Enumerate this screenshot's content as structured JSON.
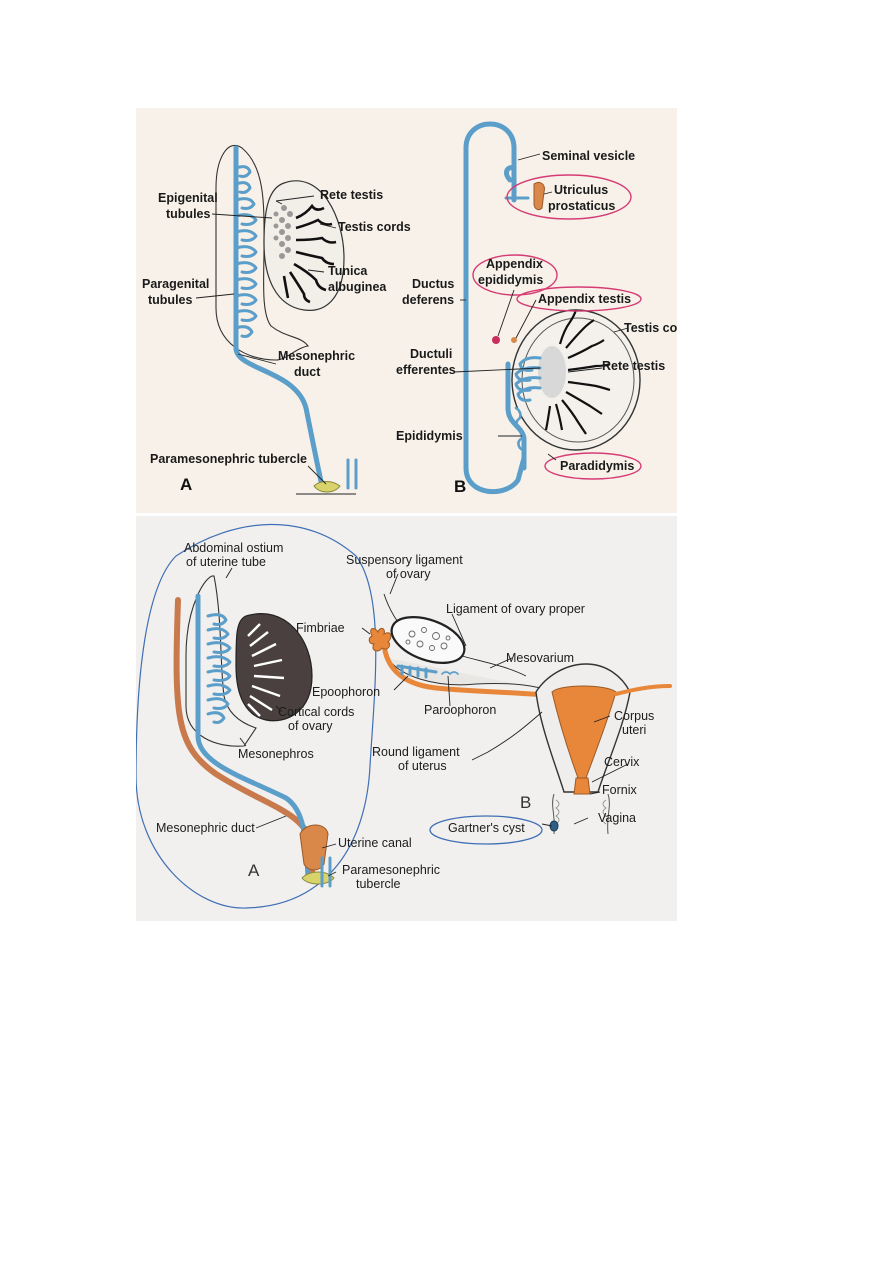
{
  "top_figure": {
    "panel_a": {
      "letter": "A",
      "labels": {
        "rete_testis": "Rete testis",
        "epigenital_1": "Epigenital",
        "epigenital_2": "tubules",
        "testis_cords": "Testis cords",
        "tunica_1": "Tunica",
        "tunica_2": "albuginea",
        "paragenital_1": "Paragenital",
        "paragenital_2": "tubules",
        "mesonephric_1": "Mesonephric",
        "mesonephric_2": "duct",
        "paramesonephric_tubercle": "Paramesonephric tubercle"
      }
    },
    "panel_b": {
      "letter": "B",
      "labels": {
        "seminal_vesicle": "Seminal vesicle",
        "utriculus_1": "Utriculus",
        "utriculus_2": "prostaticus",
        "appendix_epi_1": "Appendix",
        "appendix_epi_2": "epididymis",
        "ductus_1": "Ductus",
        "ductus_2": "deferens",
        "appendix_testis": "Appendix testis",
        "testis_cord": "Testis cord",
        "ductuli_1": "Ductuli",
        "ductuli_2": "efferentes",
        "rete_testis": "Rete testis",
        "epididymis": "Epididymis",
        "paradidymis": "Paradidymis"
      }
    }
  },
  "bottom_figure": {
    "panel_a": {
      "letter": "A",
      "labels": {
        "abdominal_1": "Abdominal ostium",
        "abdominal_2": "of uterine tube",
        "cortical_1": "Cortical cords",
        "cortical_2": "of ovary",
        "mesonephros": "Mesonephros",
        "mesonephric_duct": "Mesonephric duct",
        "uterine_canal": "Uterine canal",
        "paramesonephric_1": "Paramesonephric",
        "paramesonephric_2": "tubercle"
      }
    },
    "panel_b": {
      "letter": "B",
      "labels": {
        "suspensory_1": "Suspensory ligament",
        "suspensory_2": "of ovary",
        "ligament_ovary_proper": "Ligament of ovary proper",
        "fimbriae": "Fimbriae",
        "mesovarium": "Mesovarium",
        "epoophoron": "Epoophoron",
        "paroophoron": "Paroophoron",
        "corpus_1": "Corpus",
        "corpus_2": "uteri",
        "round_lig_1": "Round ligament",
        "round_lig_2": "of uterus",
        "cervix": "Cervix",
        "fornix": "Fornix",
        "vagina": "Vagina",
        "gartners_cyst": "Gartner's cyst"
      }
    }
  },
  "colors": {
    "duct_blue": "#5b9ec9",
    "mullerian_orange": "#e8873a",
    "highlight_pink": "#d63c74",
    "highlight_blue": "#3f6fb5",
    "tubercle_yellow": "#d8d36a"
  }
}
